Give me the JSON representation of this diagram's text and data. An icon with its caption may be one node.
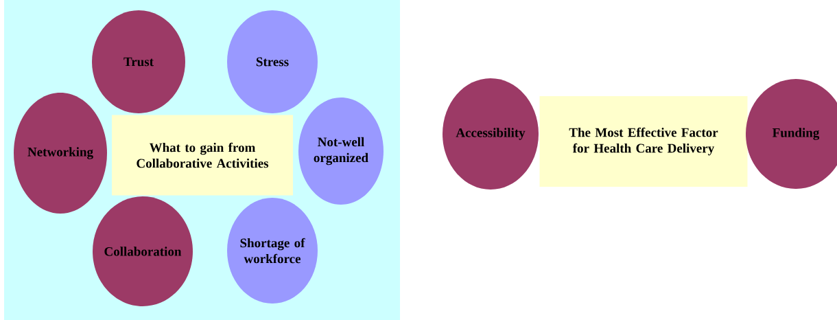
{
  "diagram": {
    "nodes": [
      {
        "text": [
          "Trust"
        ]
      },
      {
        "text": [
          "Stress"
        ]
      },
      {
        "text": [
          "Networking"
        ]
      },
      {
        "text": [
          "What to gain from Collaborative Activities"
        ]
      },
      {
        "text": [
          "Not-well organized"
        ]
      },
      {
        "text": [
          "Collaboration"
        ]
      },
      {
        "text": [
          "Shortage of workforce"
        ]
      },
      {
        "text": [
          "Accessibility"
        ]
      },
      {
        "text": [
          "The Most Effective Factor for Health Care Delivery"
        ]
      },
      {
        "text": [
          "Funding"
        ]
      }
    ]
  }
}
